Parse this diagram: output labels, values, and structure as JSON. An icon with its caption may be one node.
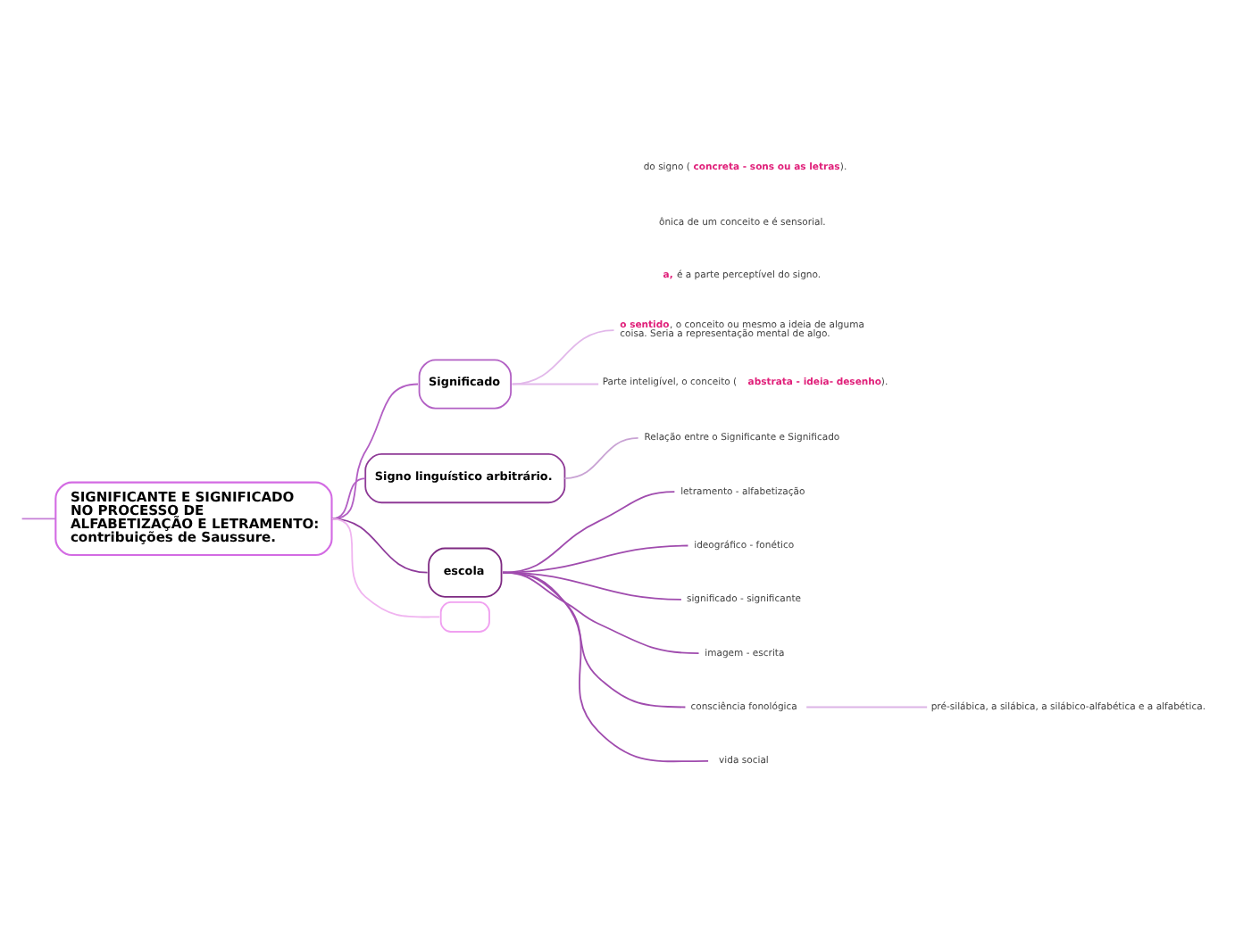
{
  "diagram": {
    "nodes": [
      {
        "text": [
          "SIGNIFICANTE E SIGNIFICADO NO PROCESSO DE ALFABETIZAÇÃO E LETRAMENTO: contribuições de Saussure."
        ]
      },
      {
        "text": [
          "**a,** é a parte perceptível do signo."
        ]
      },
      {
        "text": [
          "ônica de um conceito e é sensorial."
        ]
      },
      {
        "text": [
          "do signo (**concreta - sons ou as letras**)."
        ]
      },
      {
        "text": [
          "Significado"
        ]
      },
      {
        "text": [
          "**o sentido**, o conceito ou mesmo a ideia de alguma coisa. Seria a representação mental de algo."
        ]
      },
      {
        "text": [
          "Parte inteligível, o conceito ( **abstrata - ideia- desenho**)."
        ]
      },
      {
        "text": [
          "Signo linguístico arbitrário."
        ]
      },
      {
        "text": [
          "Relação entre o Significante e Significado"
        ]
      },
      {
        "text": [
          "escola"
        ]
      },
      {
        "text": [
          "letramento - alfabetização"
        ]
      },
      {
        "text": [
          "ideográfico - fonético"
        ]
      },
      {
        "text": [
          "significado - significante"
        ]
      },
      {
        "text": [
          "imagem - escrita"
        ]
      },
      {
        "text": [
          "consciência fonológica"
        ]
      },
      {
        "text": [
          "pré-silábica, a silábica, a silábico-alfabética e a alfabética."
        ]
      },
      {
        "text": [
          "vida social"
        ]
      },
      {
        "text": [],
        "shape": "box"
      }
    ],
    "edges": [
      {
        "from": 0,
        "to": null,
        "arrow": "none",
        "color": "#c57fd6"
      },
      {
        "from": 0,
        "to": 4,
        "arrow": "none",
        "color": "#b35fc4"
      },
      {
        "from": 4,
        "to": 5,
        "arrow": "none",
        "color": "#e2b8ea"
      },
      {
        "from": 4,
        "to": 6,
        "arrow": "none",
        "color": "#e2b8ea"
      },
      {
        "from": 0,
        "to": 7,
        "arrow": "none",
        "color": "#b35fc4"
      },
      {
        "from": 7,
        "to": 8,
        "arrow": "none",
        "color": "#c9a3d4"
      },
      {
        "from": 0,
        "to": 9,
        "arrow": "none",
        "color": "#8e3a9a"
      },
      {
        "from": 9,
        "to": 10,
        "arrow": "none"
      },
      {
        "from": 9,
        "to": 11,
        "arrow": "none"
      },
      {
        "from": 9,
        "to": 12,
        "arrow": "none"
      },
      {
        "from": 9,
        "to": 13,
        "arrow": "none"
      },
      {
        "from": 9,
        "to": 14,
        "arrow": "none"
      },
      {
        "from": 14,
        "to": 15,
        "arrow": "none",
        "color": "#dcb4e6"
      },
      {
        "from": 9,
        "to": 16,
        "arrow": "none"
      },
      {
        "from": 0,
        "to": 17,
        "arrow": "none",
        "color": "#f0b4f0"
      }
    ]
  }
}
